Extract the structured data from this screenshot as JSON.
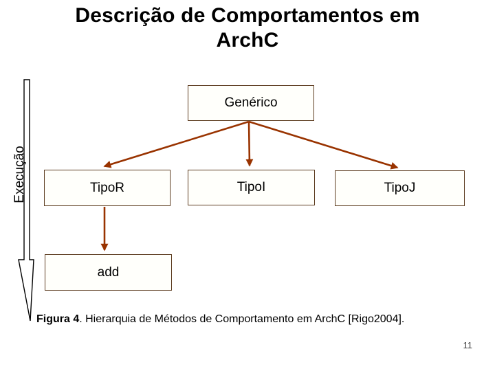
{
  "slide": {
    "title_line1": "Descrição de Comportamentos em",
    "title_line2": "ArchC",
    "page_number": "11"
  },
  "diagram": {
    "axis_label": "Execução",
    "nodes": {
      "generico": "Genérico",
      "tipo_r": "TipoR",
      "tipo_i": "TipoI",
      "tipo_j": "TipoJ",
      "add": "add"
    },
    "edges": [
      {
        "from": "Genérico",
        "to": "TipoR"
      },
      {
        "from": "Genérico",
        "to": "TipoI"
      },
      {
        "from": "Genérico",
        "to": "TipoJ"
      },
      {
        "from": "TipoR",
        "to": "add"
      }
    ],
    "colors": {
      "arrow": "#993300",
      "box_border": "#5b3a1e",
      "box_fill": "#fffffb",
      "execucao_arrow_outline": "#000000"
    }
  },
  "caption": {
    "bold": "Figura 4",
    "rest": ". Hierarquia de Métodos de Comportamento em ArchC [Rigo2004]."
  }
}
